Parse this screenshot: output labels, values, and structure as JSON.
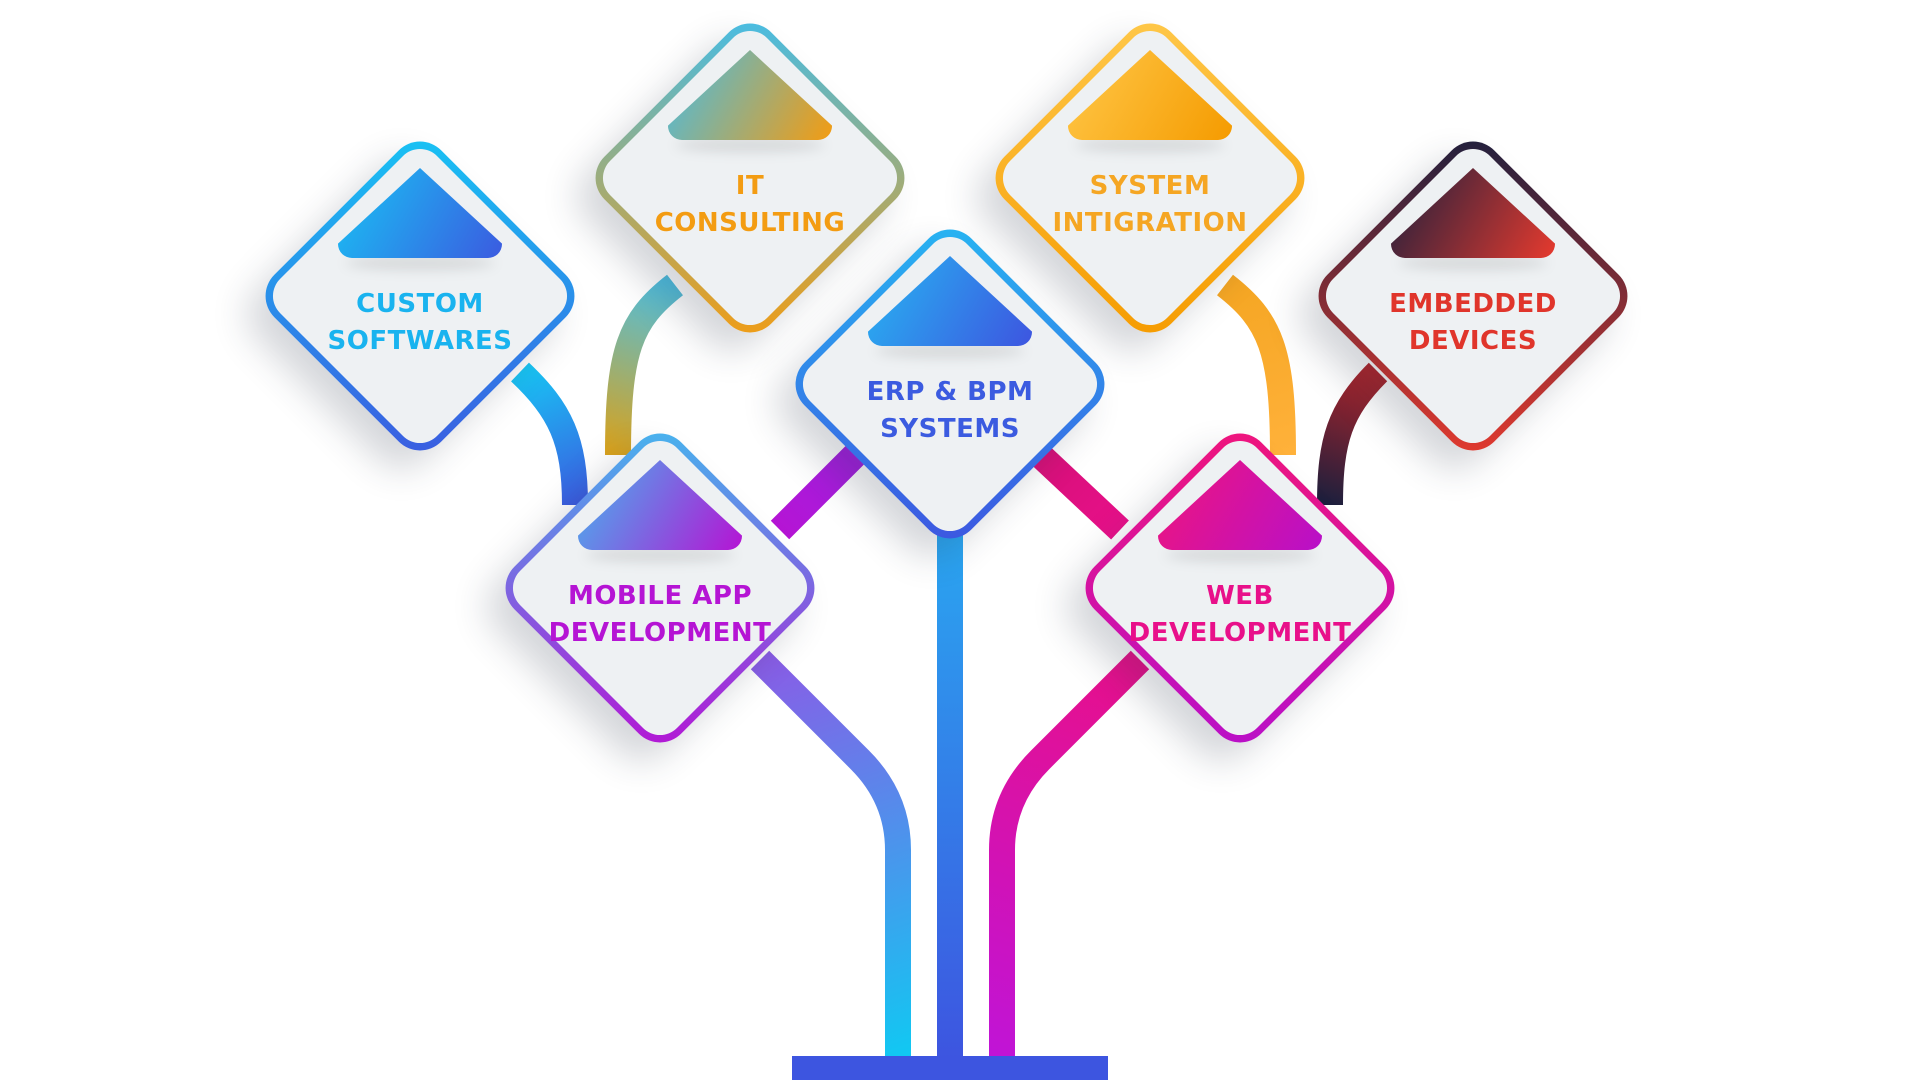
{
  "diagram": {
    "nodes": [
      {
        "id": "it-consulting",
        "lines": [
          "IT",
          "CONSULTING"
        ],
        "color": "#f39c12",
        "grad": [
          "#44bde8",
          "#f39c12"
        ]
      },
      {
        "id": "system-integration",
        "lines": [
          "SYSTEM",
          "INTIGRATION"
        ],
        "color": "#f5a623",
        "grad": [
          "#ffc84a",
          "#f59b00"
        ]
      },
      {
        "id": "custom-softwares",
        "lines": [
          "CUSTOM",
          "SOFTWARES"
        ],
        "color": "#19b3ef",
        "grad": [
          "#18c4f4",
          "#3b5be0"
        ]
      },
      {
        "id": "embedded-devices",
        "lines": [
          "EMBEDDED",
          "DEVICES"
        ],
        "color": "#e0352b",
        "grad": [
          "#1c1f3d",
          "#e63a2e"
        ]
      },
      {
        "id": "erp-bpm",
        "lines": [
          "ERP & BPM",
          "SYSTEMS"
        ],
        "color": "#3b5be0",
        "grad": [
          "#27b6f2",
          "#3d55e0"
        ]
      },
      {
        "id": "mobile-app",
        "lines": [
          "MOBILE APP",
          "DEVELOPMENT"
        ],
        "color": "#b514d4",
        "grad": [
          "#45b7ee",
          "#b514d4"
        ]
      },
      {
        "id": "web-development",
        "lines": [
          "WEB",
          "DEVELOPMENT"
        ],
        "color": "#e8108a",
        "grad": [
          "#f0157b",
          "#b810c9"
        ]
      }
    ],
    "base_color": "#3d55e0"
  }
}
